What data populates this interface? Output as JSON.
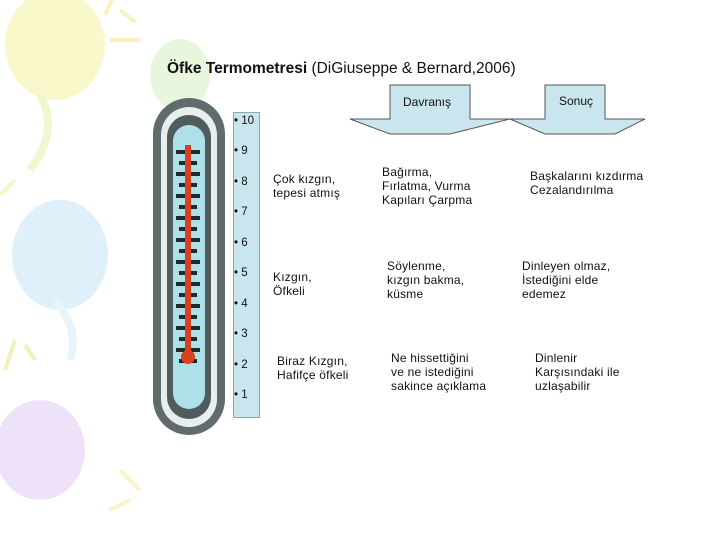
{
  "title": {
    "bold": "Öfke Termometresi",
    "rest": " (DiGiuseppe & Bernard,2006)"
  },
  "headers": {
    "behavior": "Davranış",
    "result": "Sonuç"
  },
  "scale": [
    "10",
    "9",
    "8",
    "7",
    "6",
    "5",
    "4",
    "3",
    "2",
    "1"
  ],
  "levels": [
    {
      "feeling": "Çok kızgın,\ntepesi atmış",
      "behavior": "Bağırma,\nFırlatma, Vurma\nKapıları Çarpma",
      "result": "Başkalarını kızdırma\nCezalandırılma"
    },
    {
      "feeling": "Kızgın,\nÖfkeli",
      "behavior": "Söylenme,\nkızgın bakma,\nküsme",
      "result": "Dinleyen olmaz,\nİstediğini elde\nedemez"
    },
    {
      "feeling": "Biraz Kızgın,\nHafifçe öfkeli",
      "behavior": "Ne hissettiğini\nve ne istediğini\nsakince açıklama",
      "result": "Dinlenir\nKarşısındaki ile\nuzlaşabilir"
    }
  ],
  "colors": {
    "arrow_fill": "#c9e6ee",
    "thermometer_red": "#d9401e",
    "thermometer_frame": "#5f6b6d"
  }
}
